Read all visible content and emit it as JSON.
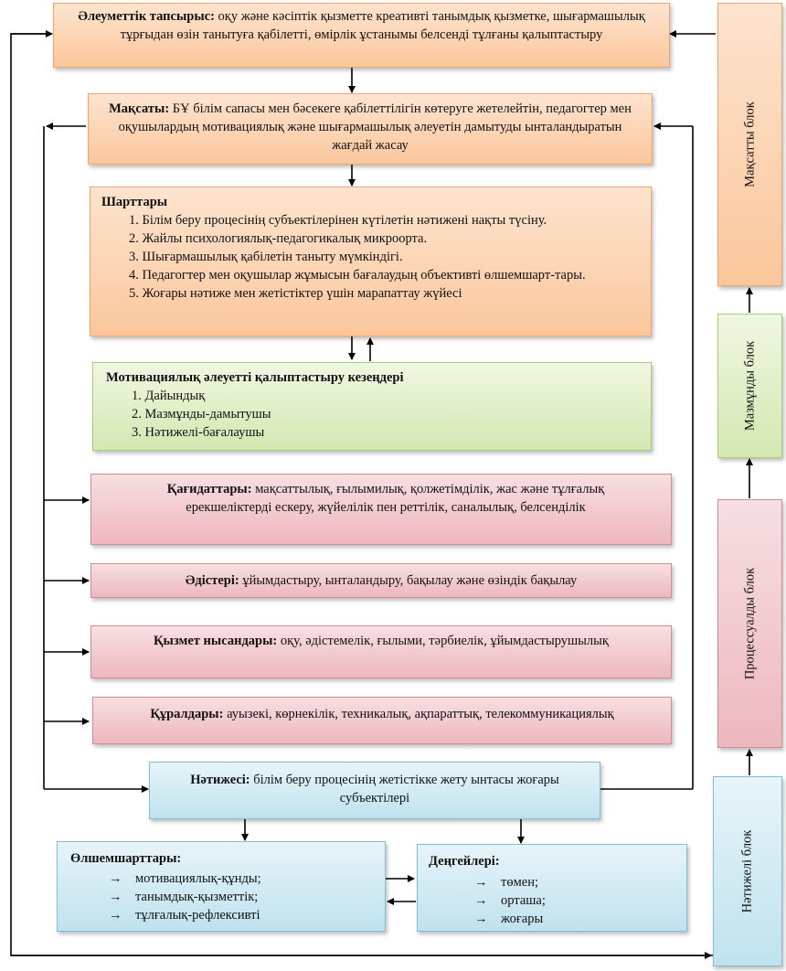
{
  "social_order": {
    "label": "Әлеуметтік тапсырыс:",
    "text": " оқу және кәсіптік қызметте креативті танымдық қызметке, шығармашылық тұрғыдан өзін танытуға қабілетті, өмірлік ұстанымы белсенді тұлғаны қалыптастыру"
  },
  "goal": {
    "label": "Мақсаты:",
    "text": " БҰ білім сапасы мен бәсекеге қабілеттілігін көтеруге жетелейтін, педагогтер мен оқушылардың мотивациялық және шығармашылық әлеуетін дамытуды ынталандыратын жағдай жасау"
  },
  "conditions": {
    "title": "Шарттары",
    "items": [
      "1. Білім беру процесінің субъектілерінен күтілетін нәтижені нақты түсіну.",
      "2. Жайлы психологиялық-педагогикалық микроорта.",
      "3. Шығармашылық қабілетін таныту мүмкіндігі.",
      "4. Педагогтер мен оқушылар жұмысын бағалаудың объективті өлшемшарт-тары.",
      "5. Жоғары нәтиже мен жетістіктер үшін марапаттау жүйесі"
    ]
  },
  "stages": {
    "title": "Мотивациялық әлеуетті қалыптастыру кезеңдері",
    "items": [
      "1. Дайындық",
      "2. Мазмұнды-дамытушы",
      "3. Нәтижелі-бағалаушы"
    ]
  },
  "principles": {
    "label": "Қағидаттары:",
    "text": " мақсаттылық, ғылымилық, қолжетімділік, жас және тұлғалық ерекшеліктерді ескеру, жүйелілік пен реттілік, саналылық, белсенділік"
  },
  "methods": {
    "label": "Әдістері:",
    "text": " ұйымдастыру, ынталандыру, бақылау және өзіндік бақылау"
  },
  "forms": {
    "label": "Қызмет нысандары:",
    "text": " оқу, әдістемелік, ғылыми, тәрбиелік, ұйымдастырушылық"
  },
  "tools": {
    "label": "Құралдары:",
    "text": " ауызекі, көрнекілік, техникалық, ақпараттық, телекоммуникациялық"
  },
  "result": {
    "label": "Нәтижесі:",
    "text": " білім беру процесінің жетістікке жету ынтасы жоғары субъектілері"
  },
  "criteria": {
    "title": "Өлшемшарттары:",
    "items": [
      "мотивациялық-құнды;",
      "танымдық-қызметтік;",
      "тұлғалық-рефлексивті"
    ]
  },
  "levels": {
    "title": "Деңгейлері:",
    "items": [
      "төмен;",
      "орташа;",
      "жоғары"
    ]
  },
  "bullet": "→",
  "side_blocks": {
    "target": "Мақсатты блок",
    "content": "Мазмұнды блок",
    "process": "Процессуалды блок",
    "result": "Нәтижелі блок"
  },
  "colors": {
    "orange": "#fbc79c",
    "green": "#d3e8b1",
    "red": "#edb7bd",
    "blue": "#bfe2ee",
    "arrow": "#000000"
  }
}
